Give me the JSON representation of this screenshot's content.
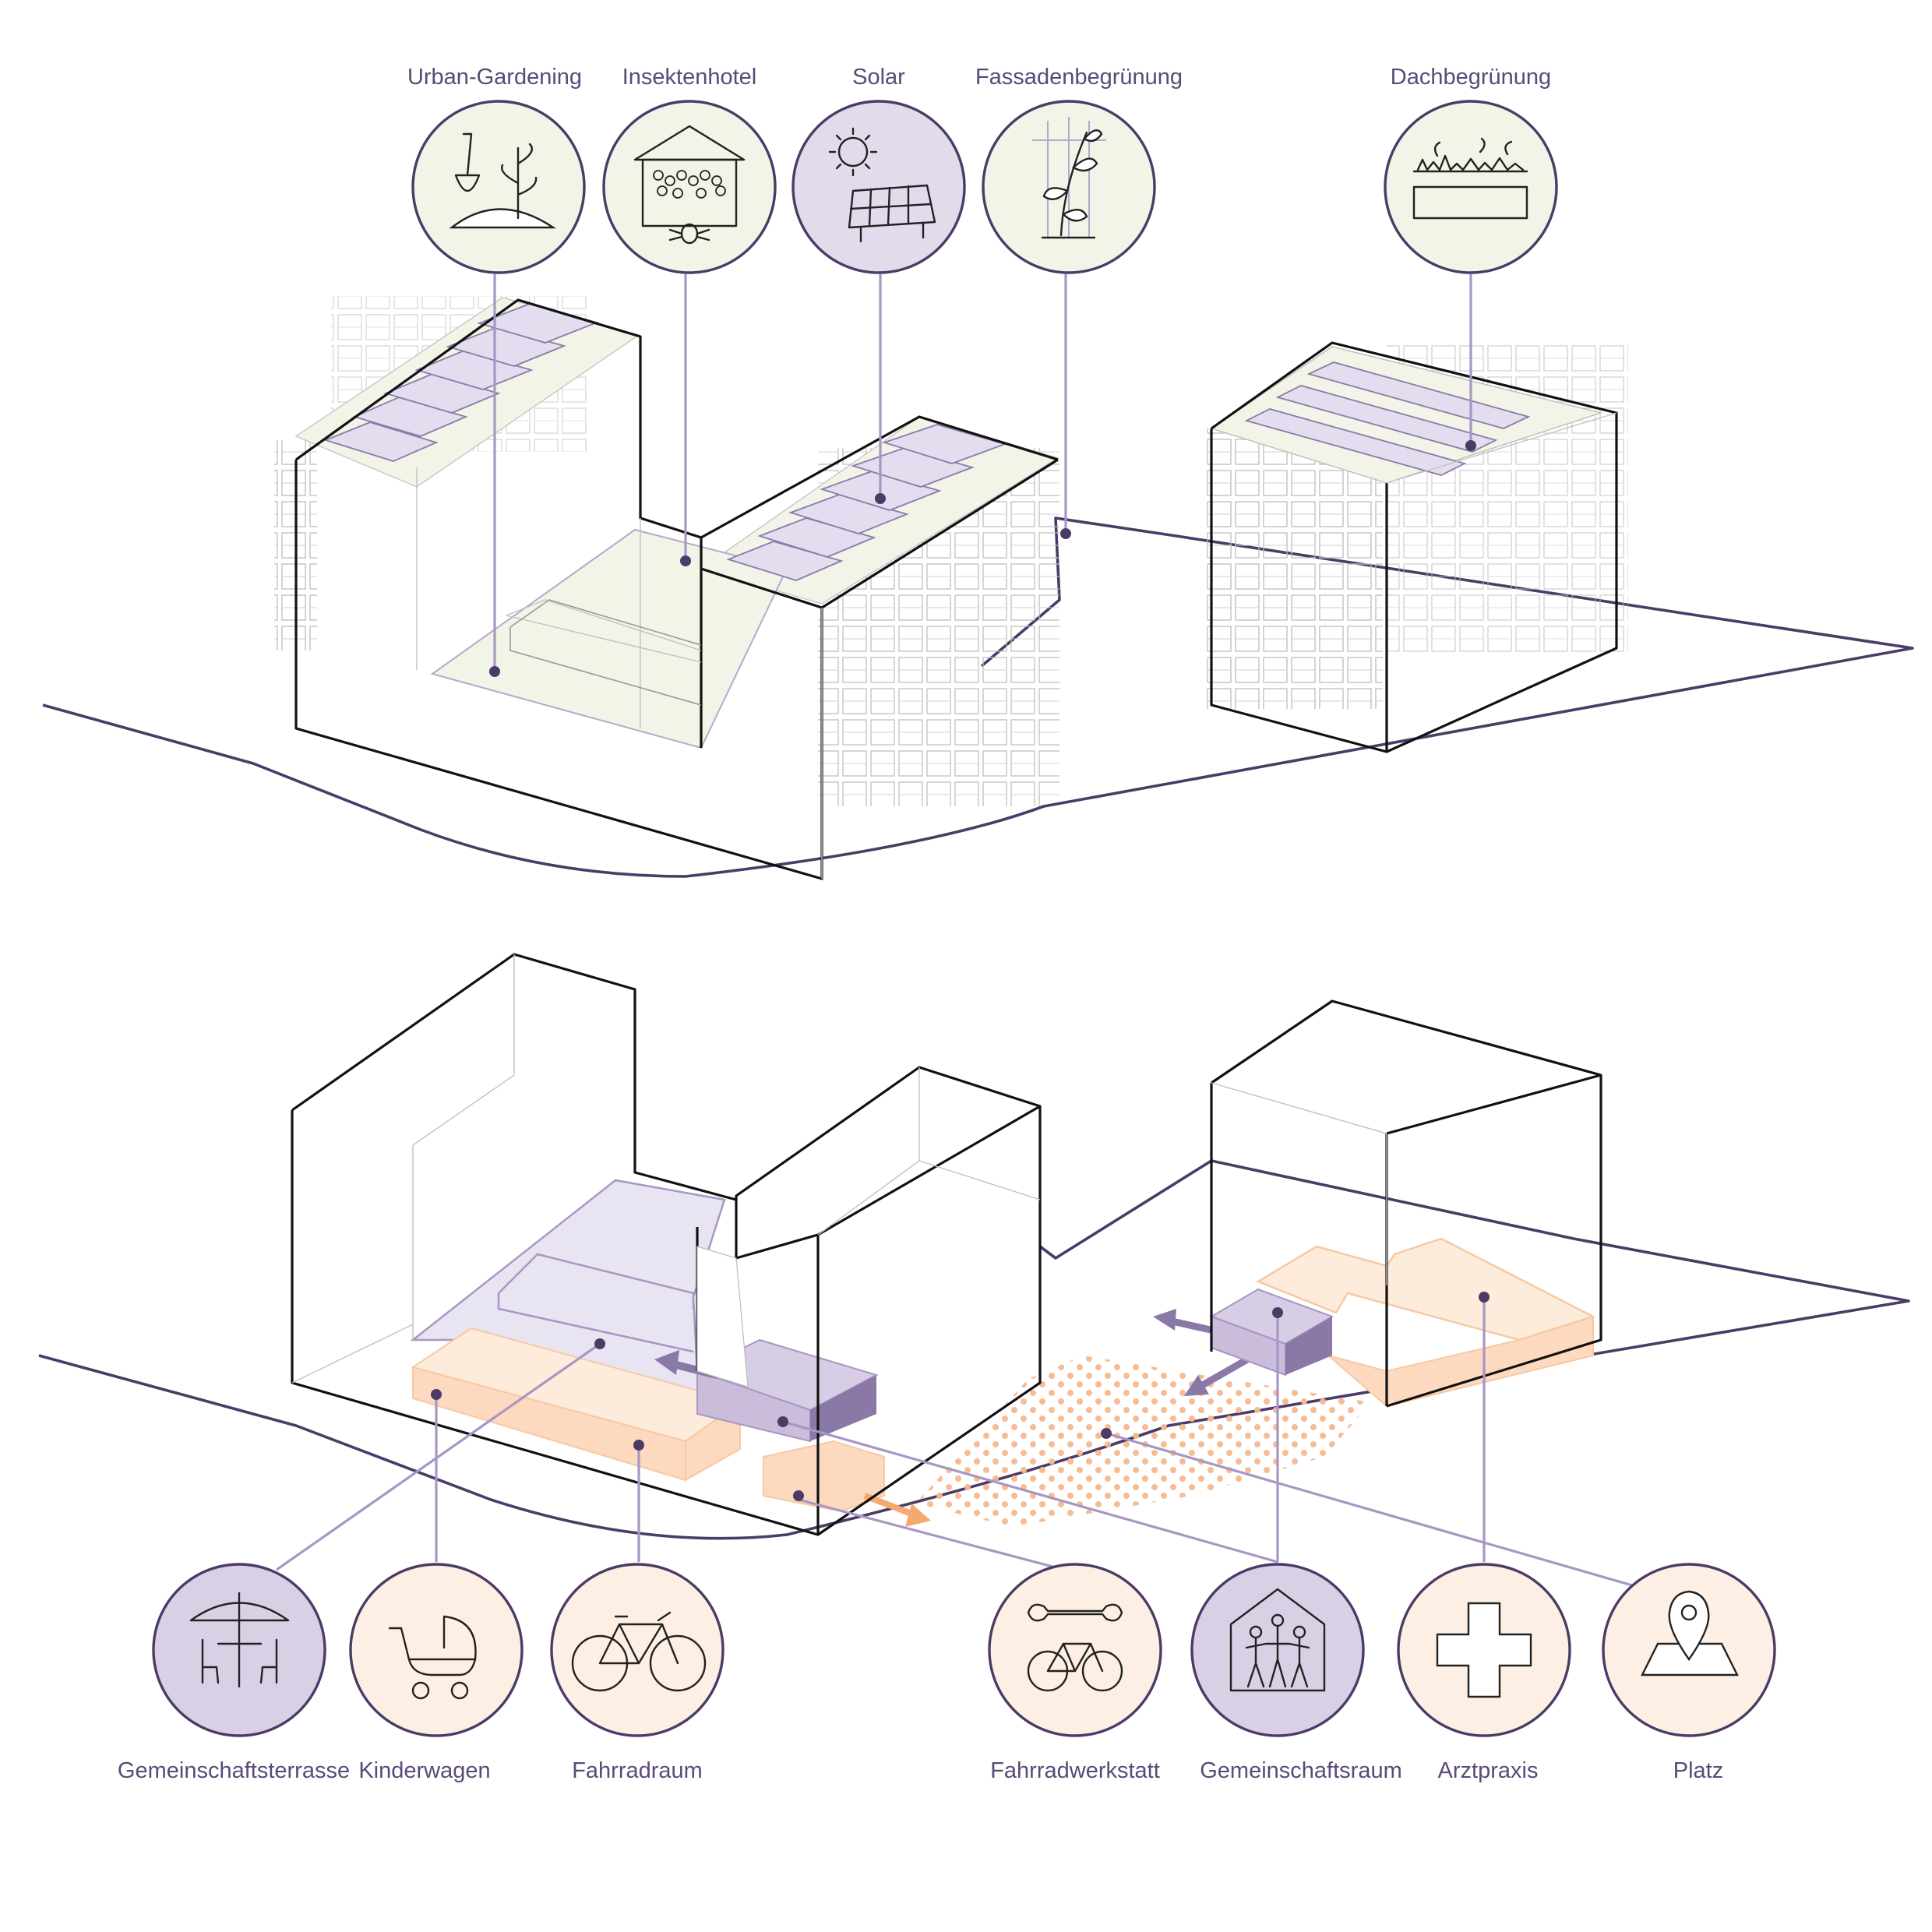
{
  "colors": {
    "outline": "#4b3b66",
    "label": "#5a4a78",
    "leader": "#a896c4",
    "green_fill": "#f1f4e6",
    "purple_fill": "#e2dbec",
    "purple_dark": "#8a78a6",
    "orange_fill": "#fdebdc",
    "orange_block": "#fcd9bf",
    "orange_dot": "#f6b98f"
  },
  "top_labels": [
    {
      "id": "urban_gardening",
      "text": "Urban-Gardening",
      "icon": "shovel-sprout-icon",
      "fill": "green"
    },
    {
      "id": "insektenhotel",
      "text": "Insektenhotel",
      "icon": "insect-hotel-icon",
      "fill": "green"
    },
    {
      "id": "solar",
      "text": "Solar",
      "icon": "solar-panel-icon",
      "fill": "purple"
    },
    {
      "id": "fassadenbegruenung",
      "text": "Fassadenbegrünung",
      "icon": "climbing-plant-icon",
      "fill": "green"
    },
    {
      "id": "dachbegruenung",
      "text": "Dachbegrünung",
      "icon": "green-roof-icon",
      "fill": "green"
    }
  ],
  "bottom_labels": [
    {
      "id": "gemeinschaftsterrasse",
      "text": "Gemeinschaftsterrasse",
      "icon": "parasol-table-icon",
      "fill": "purple"
    },
    {
      "id": "kinderwagen",
      "text": "Kinderwagen",
      "icon": "stroller-icon",
      "fill": "orange"
    },
    {
      "id": "fahrradraum",
      "text": "Fahrradraum",
      "icon": "bicycle-icon",
      "fill": "orange"
    },
    {
      "id": "fahrradwerkstatt",
      "text": "Fahrradwerkstatt",
      "icon": "bike-repair-icon",
      "fill": "orange"
    },
    {
      "id": "gemeinschaftsraum",
      "text": "Gemeinschaftsraum",
      "icon": "community-house-icon",
      "fill": "purple"
    },
    {
      "id": "arztpraxis",
      "text": "Arztpraxis",
      "icon": "medical-cross-icon",
      "fill": "orange"
    },
    {
      "id": "platz",
      "text": "Platz",
      "icon": "map-pin-icon",
      "fill": "orange"
    }
  ]
}
